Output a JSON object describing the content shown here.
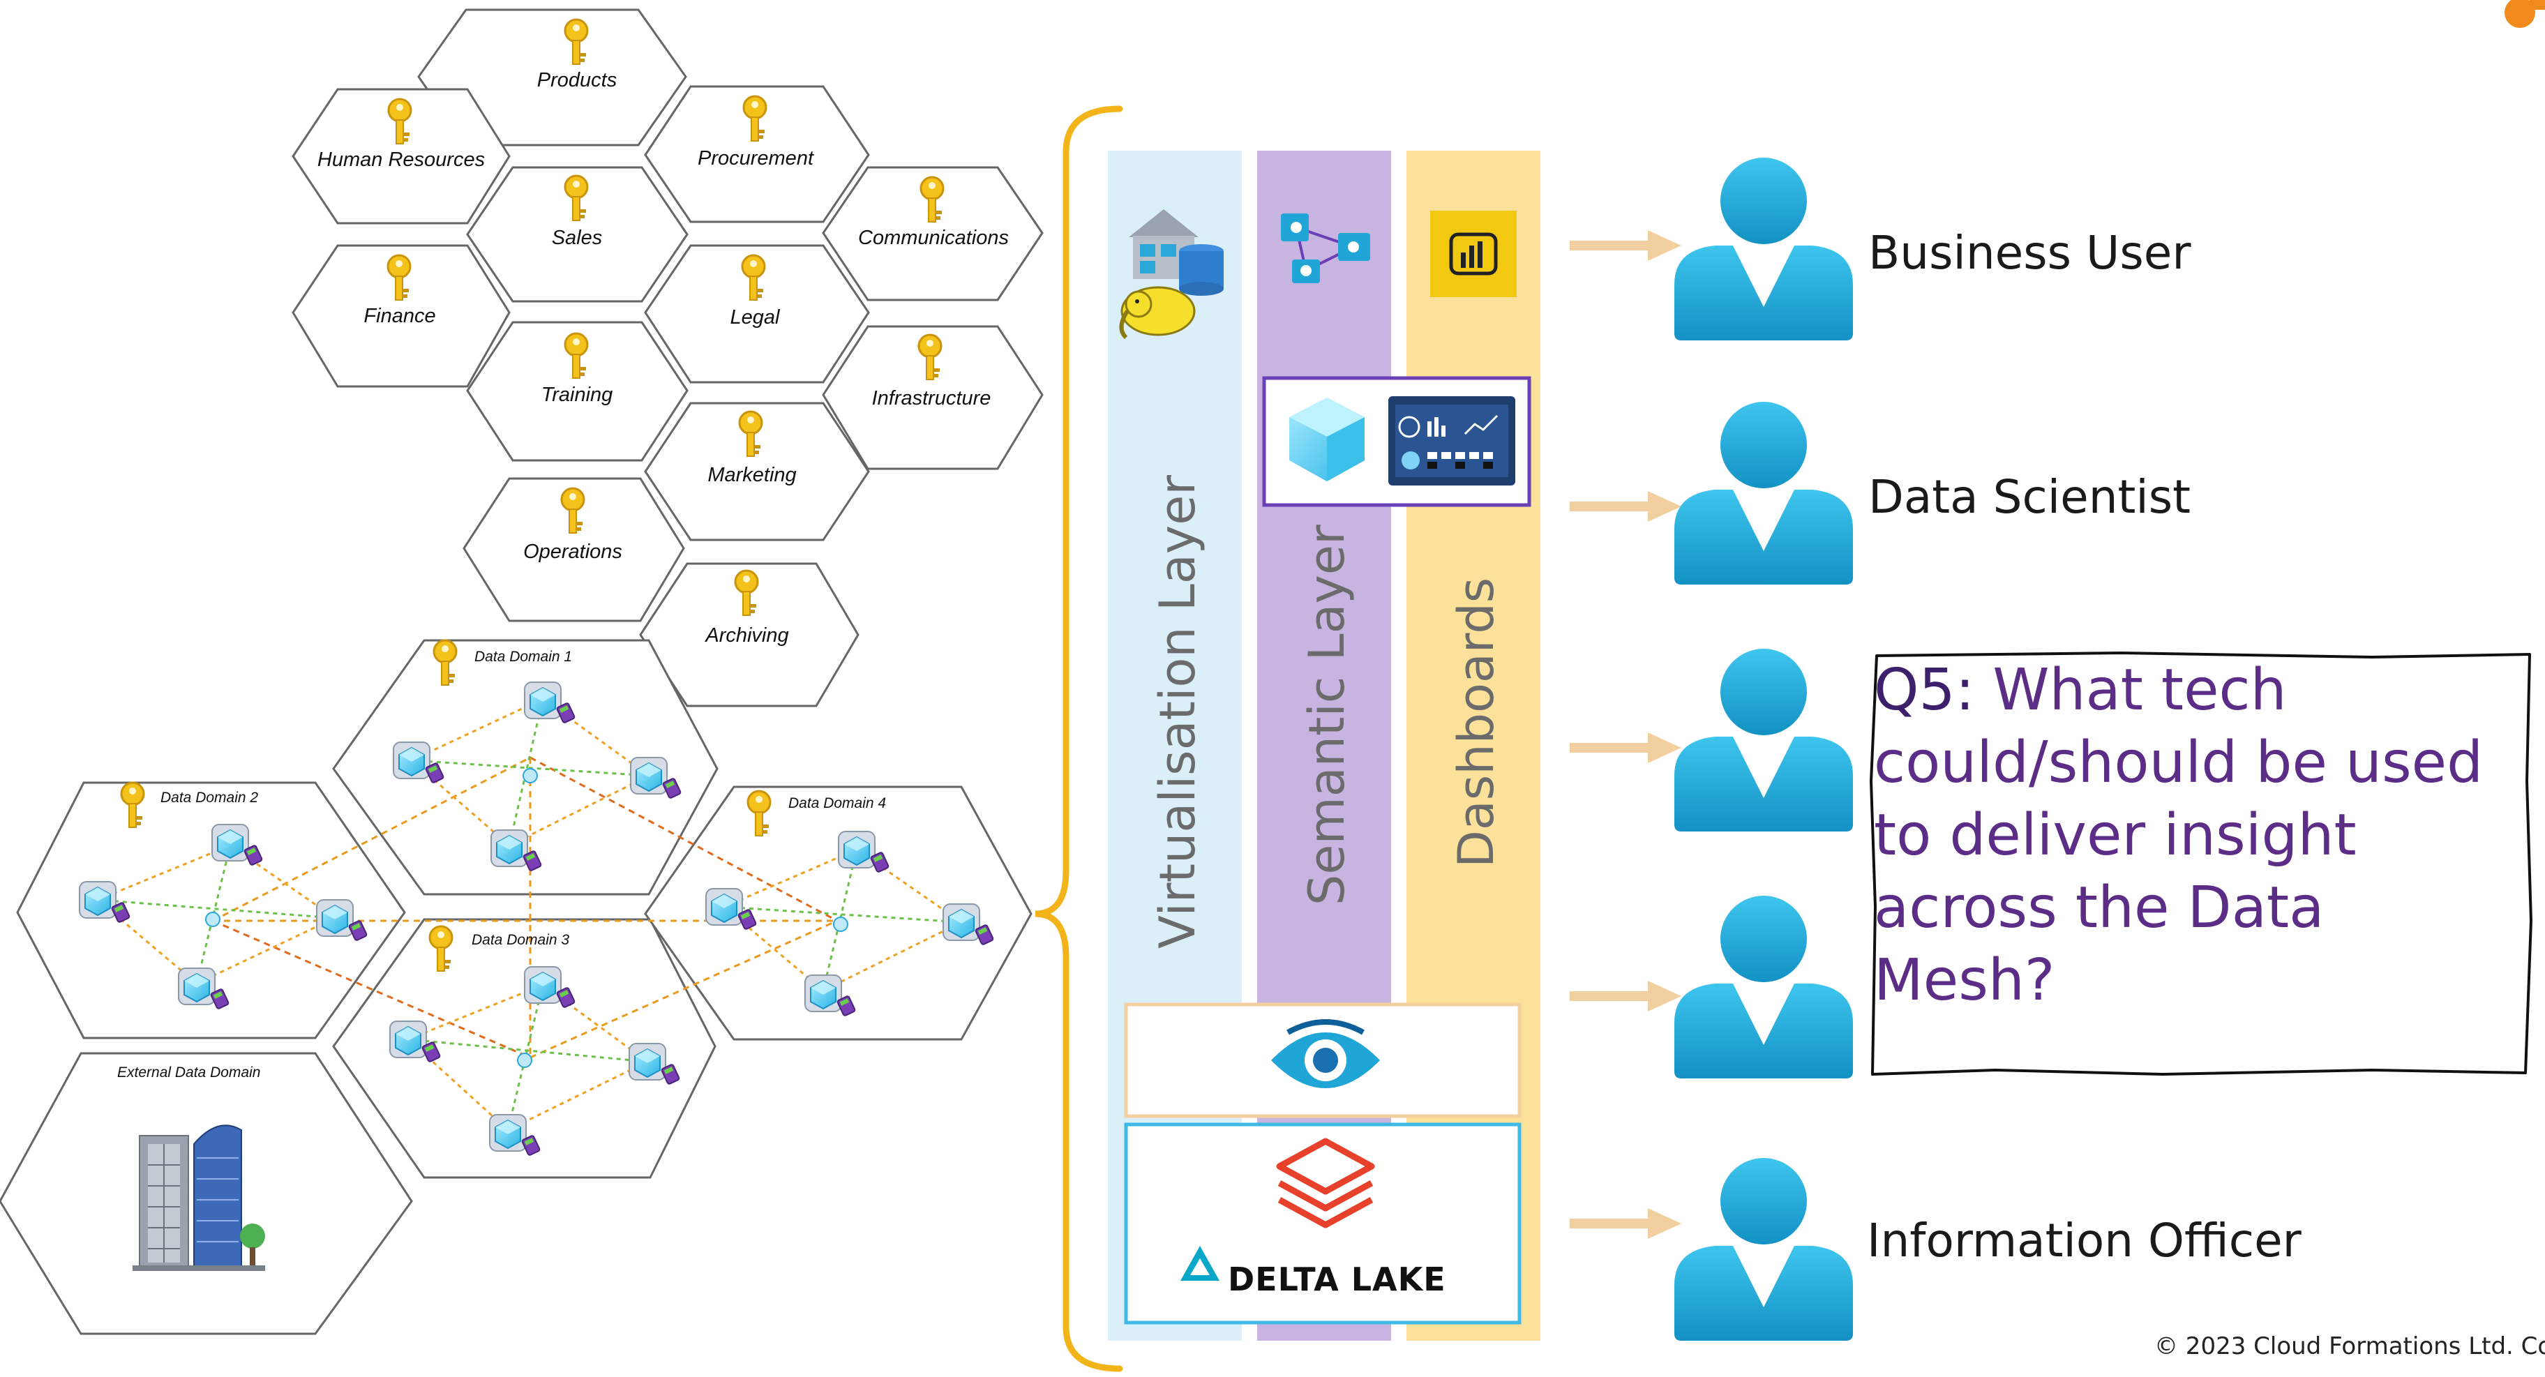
{
  "domain_hexes": [
    "Products",
    "Human Resources",
    "Procurement",
    "Sales",
    "Communications",
    "Finance",
    "Legal",
    "Training",
    "Infrastructure",
    "Marketing",
    "Operations",
    "Archiving"
  ],
  "data_domains": [
    "Data Domain 1",
    "Data Domain 2",
    "Data Domain 3",
    "Data Domain 4",
    "External Data Domain"
  ],
  "layers": {
    "virtualisation": "Virtualisation Layer",
    "semantic": "Semantic Layer",
    "dashboards": "Dashboards"
  },
  "delta_lake_label": "DELTA LAKE",
  "personas": [
    "Business User",
    "Data Scientist",
    "Information Officer"
  ],
  "question": {
    "prefix": "Q5:",
    "line1": " What tech",
    "line2": "could/should be used",
    "line3": "to deliver insight",
    "line4": "across the Data Mesh?"
  },
  "copyright": "© 2023 Cloud Formations Ltd. Co",
  "colors": {
    "virtualisation": "#dbeff8",
    "semantic": "#c8b4e0",
    "dashboards": "#fbe19a",
    "brace": "#f2b418",
    "arrow": "#f1cf9f",
    "person": "#1fa5d6",
    "question_text": "#5b2d86",
    "key": "#f4c21a"
  },
  "icons": [
    "key-icon",
    "data-product-icon",
    "warehouse-icon",
    "hadoop-elephant-icon",
    "analysis-services-icon",
    "power-bi-icon",
    "cube-icon",
    "dashboard-icon",
    "purview-eye-icon",
    "databricks-icon",
    "delta-lake-icon",
    "building-icon",
    "person-icon"
  ]
}
